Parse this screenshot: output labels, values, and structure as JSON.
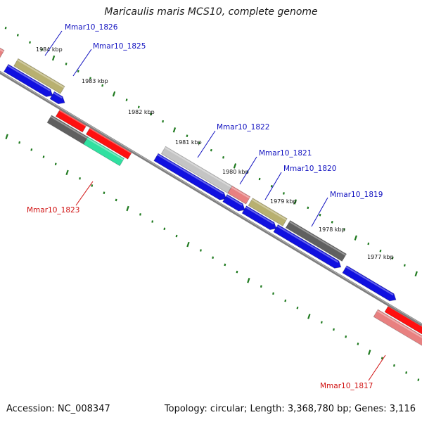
{
  "title": "Maricaulis maris MCS10, complete genome",
  "footer": {
    "accession": "Accession: NC_008347",
    "summary": "Topology: circular; Length: 3,368,780 bp; Genes: 3,116"
  },
  "colors": {
    "backbone": "#8a8a8a",
    "ticks": "#1f7a1f",
    "forward_label": "#1010c0",
    "reverse_label": "#d01010"
  },
  "kbp_ticks": [
    "1984 kbp",
    "1983 kbp",
    "1982 kbp",
    "1981 kbp",
    "1980 kbp",
    "1979 kbp",
    "1978 kbp",
    "1977 kbp"
  ],
  "gene_labels": [
    {
      "text": "Mmar10_1826",
      "strand": "forward"
    },
    {
      "text": "Mmar10_1825",
      "strand": "forward"
    },
    {
      "text": "Mmar10_1822",
      "strand": "forward"
    },
    {
      "text": "Mmar10_1821",
      "strand": "forward"
    },
    {
      "text": "Mmar10_1820",
      "strand": "forward"
    },
    {
      "text": "Mmar10_1819",
      "strand": "forward"
    },
    {
      "text": "Mmar10_1823",
      "strand": "reverse"
    },
    {
      "text": "Mmar10_1817",
      "strand": "reverse"
    }
  ]
}
